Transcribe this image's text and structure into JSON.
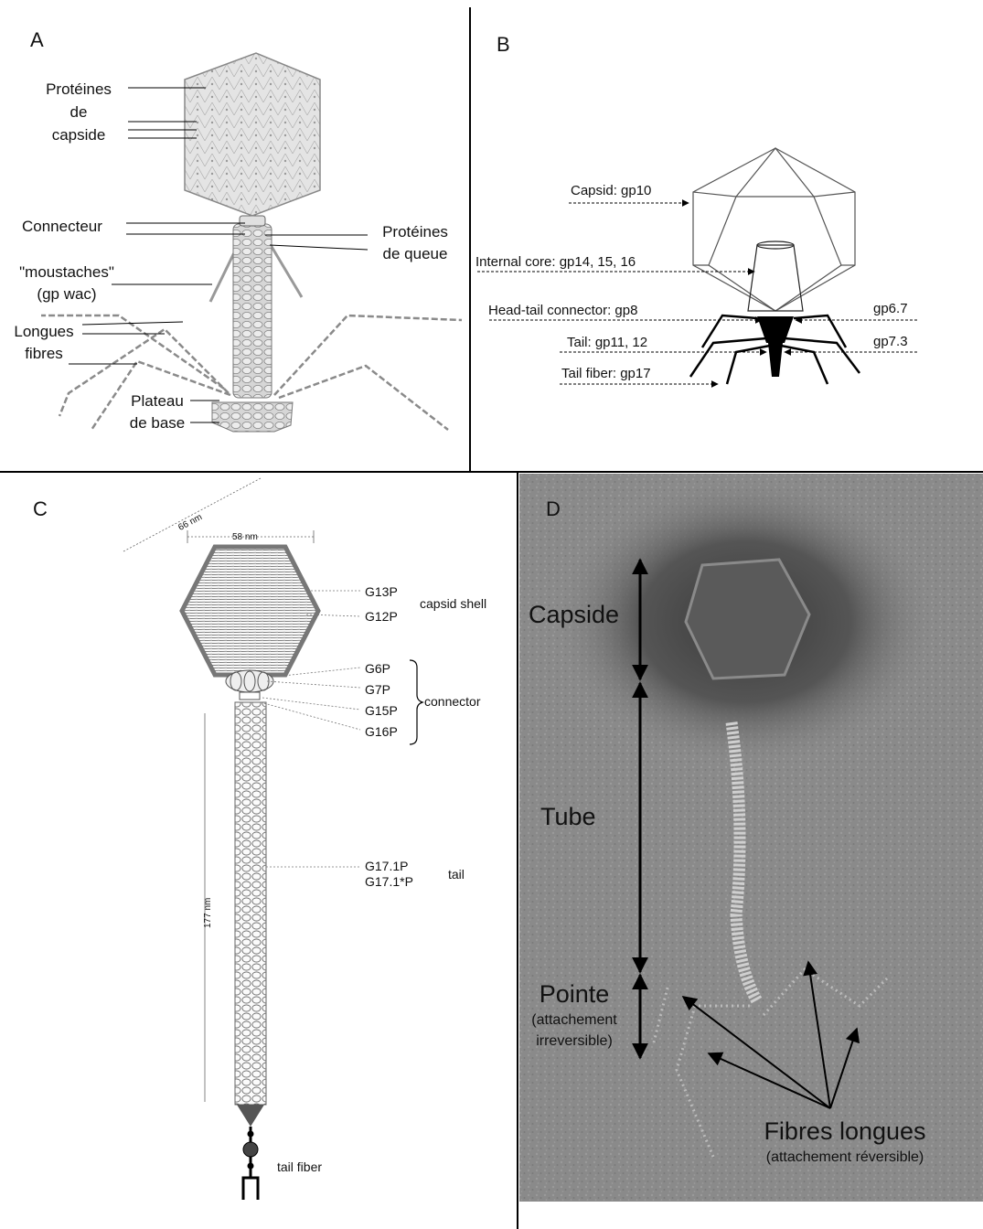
{
  "panels": {
    "a": {
      "letter": "A",
      "labels": {
        "capsid_proteins": [
          "Protéines",
          "de",
          "capside"
        ],
        "connector": "Connecteur",
        "tail_proteins": [
          "Protéines",
          "de queue"
        ],
        "whiskers": [
          "\"moustaches\"",
          "(gp wac)"
        ],
        "long_fibers": [
          "Longues",
          "fibres"
        ],
        "baseplate": [
          "Plateau",
          "de base"
        ]
      }
    },
    "b": {
      "letter": "B",
      "labels": {
        "capsid": "Capsid: gp10",
        "internal_core": "Internal core: gp14, 15, 16",
        "head_tail_connector": "Head-tail connector: gp8",
        "tail": "Tail: gp11, 12",
        "tail_fiber": "Tail fiber: gp17",
        "gp6_7": "gp6.7",
        "gp7_3": "gp7.3"
      }
    },
    "c": {
      "letter": "C",
      "dims": {
        "diag": "66 nm",
        "width": "58 nm",
        "length": "177 nm"
      },
      "labels": {
        "g13p": "G13P",
        "g12p": "G12P",
        "capsid_shell": "capsid shell",
        "g6p": "G6P",
        "g7p": "G7P",
        "g15p": "G15P",
        "g16p": "G16P",
        "connector": "connector",
        "g17_1p": "G17.1P",
        "g17_1sp": "G17.1*P",
        "tail": "tail",
        "tail_fiber": "tail fiber"
      }
    },
    "d": {
      "letter": "D",
      "labels": {
        "capside": "Capside",
        "tube": "Tube",
        "pointe": "Pointe",
        "pointe_note": [
          "(attachement",
          "irreversible)"
        ],
        "fibres": "Fibres longues",
        "fibres_note": "(attachement réversible)"
      }
    }
  }
}
